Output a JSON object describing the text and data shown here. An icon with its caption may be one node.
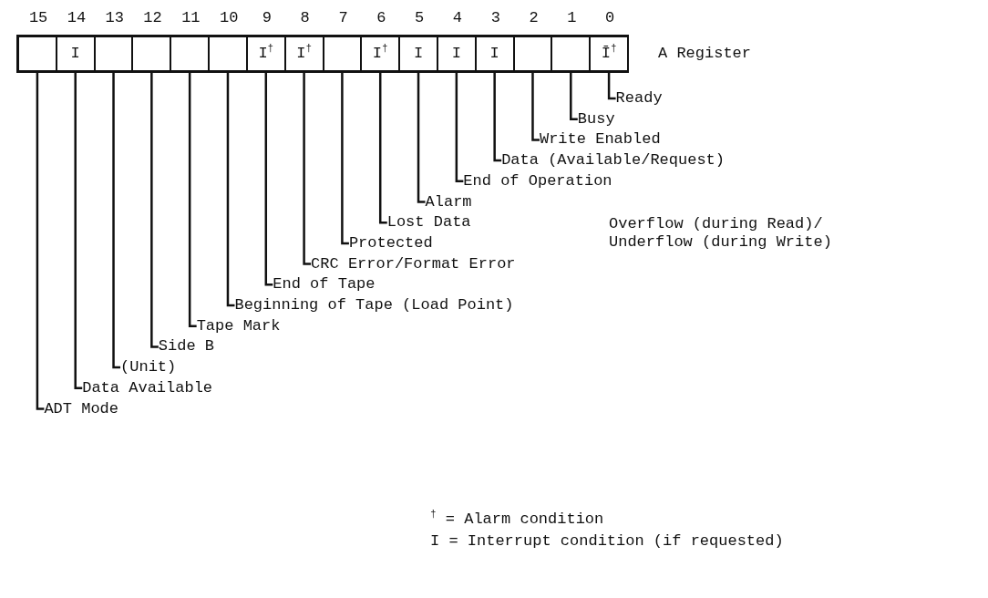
{
  "diagram": {
    "nodes": [
      {
        "text": [],
        "shape": "bar",
        "beside": [
          "A Register"
        ]
      },
      {
        "text": [],
        "shape": "box",
        "in": 0
      },
      {
        "text": [
          "I"
        ],
        "in": 0
      },
      {
        "text": [],
        "shape": "box",
        "in": 0
      },
      {
        "text": [],
        "shape": "box",
        "in": 0
      },
      {
        "text": [],
        "shape": "box",
        "in": 0
      },
      {
        "text": [],
        "shape": "box",
        "in": 0
      },
      {
        "text": [
          "I$^{†}$"
        ],
        "in": 0
      },
      {
        "text": [
          "I$^{†}$"
        ],
        "in": 0
      },
      {
        "text": [],
        "shape": "box",
        "in": 0
      },
      {
        "text": [
          "I$^{†}$"
        ],
        "in": 0
      },
      {
        "text": [
          "I"
        ],
        "in": 0
      },
      {
        "text": [
          "I"
        ],
        "in": 0
      },
      {
        "text": [
          "I"
        ],
        "in": 0
      },
      {
        "text": [],
        "shape": "box",
        "in": 0
      },
      {
        "text": [],
        "shape": "box",
        "in": 0
      },
      {
        "text": [
          "Ī$^{†}$"
        ],
        "in": 0
      },
      {
        "text": [
          "Ready"
        ]
      },
      {
        "text": [
          "Busy"
        ]
      },
      {
        "text": [
          "Write Enabled"
        ]
      },
      {
        "text": [
          "Data (Available/Request)"
        ]
      },
      {
        "text": [
          "End of Operation"
        ]
      },
      {
        "text": [
          "Alarm"
        ]
      },
      {
        "text": [
          "Lost Data"
        ]
      },
      {
        "text": [
          "Protected"
        ]
      },
      {
        "text": [
          "CRC Error/Format Error"
        ]
      },
      {
        "text": [
          "End of Tape"
        ]
      },
      {
        "text": [
          "Beginning of Tape (Load Point)"
        ]
      },
      {
        "text": [
          "Tape Mark"
        ]
      },
      {
        "text": [
          "Side B"
        ]
      },
      {
        "text": [
          "(Unit)"
        ]
      },
      {
        "text": [
          "Data Available"
        ]
      },
      {
        "text": [
          "ADT Mode"
        ]
      }
    ],
    "edges": [
      {
        "from": 17,
        "to": 16,
        "arrow": "none"
      },
      {
        "from": 18,
        "to": 15,
        "arrow": "none"
      },
      {
        "from": 19,
        "to": 14,
        "arrow": "none"
      },
      {
        "from": 20,
        "to": 13,
        "arrow": "none"
      },
      {
        "from": 21,
        "to": 12,
        "arrow": "none"
      },
      {
        "from": 22,
        "to": 11,
        "arrow": "none"
      },
      {
        "from": 23,
        "to": 10,
        "arrow": "none"
      },
      {
        "from": 24,
        "to": 9,
        "arrow": "none"
      },
      {
        "from": 25,
        "to": 8,
        "arrow": "none"
      },
      {
        "from": 26,
        "to": 7,
        "arrow": "none"
      },
      {
        "from": 27,
        "to": 6,
        "arrow": "none"
      },
      {
        "from": 28,
        "to": 5,
        "arrow": "none"
      },
      {
        "from": 29,
        "to": 4,
        "arrow": "none"
      },
      {
        "from": 30,
        "to": 3,
        "arrow": "none"
      },
      {
        "from": 31,
        "to": 2,
        "arrow": "none"
      },
      {
        "from": 32,
        "to": 1,
        "arrow": "none"
      }
    ],
    "labels": [
      "15",
      "14",
      "13",
      "12",
      "11",
      "10",
      "9",
      "8",
      "7",
      "6",
      "5",
      "4",
      "3",
      "2",
      "1",
      "0",
      "Overflow (during Read)/ Underflow (during Write)",
      "$^{†}$ = Alarm condition",
      "I = Interrupt condition (if requested)"
    ]
  }
}
